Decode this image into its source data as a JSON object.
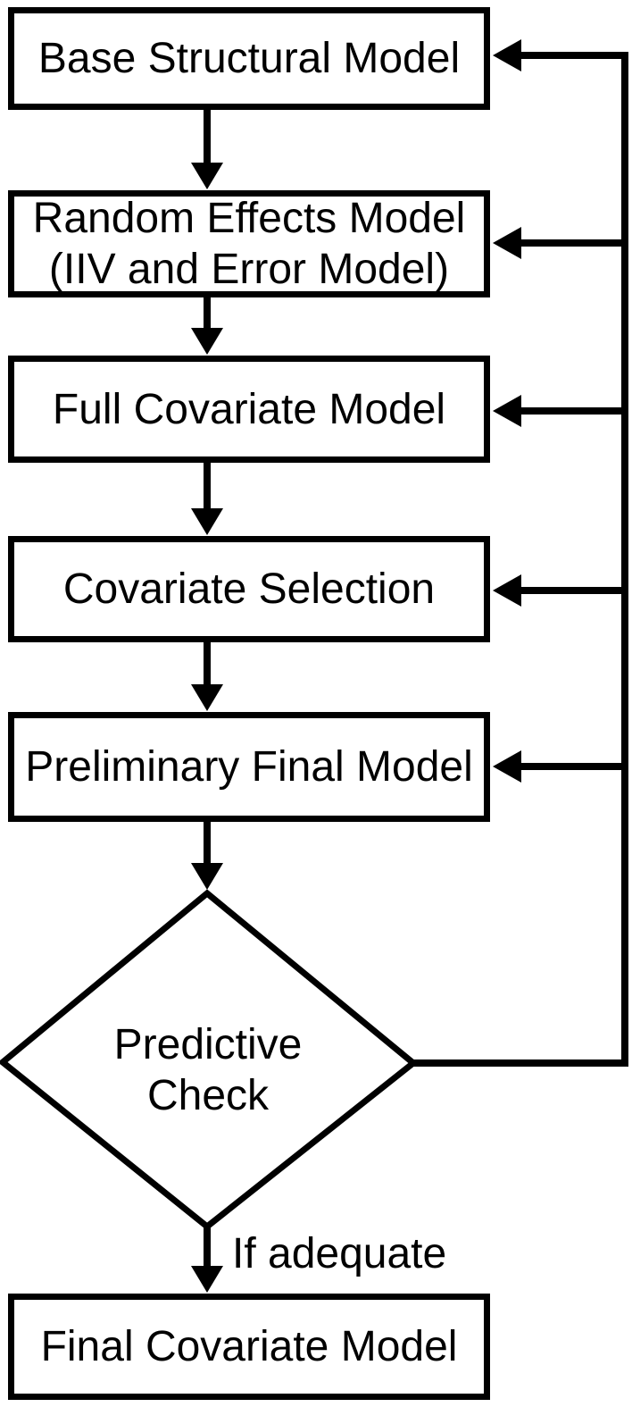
{
  "nodes": {
    "base_structural": {
      "label": "Base Structural Model"
    },
    "random_effects": {
      "line1": "Random Effects Model",
      "line2": "(IIV and Error Model)"
    },
    "full_covariate": {
      "label": "Full Covariate Model"
    },
    "covariate_selection": {
      "label": "Covariate Selection"
    },
    "preliminary_final": {
      "label": "Preliminary Final Model"
    },
    "predictive_check": {
      "line1": "Predictive",
      "line2": "Check"
    },
    "final_covariate": {
      "label": "Final Covariate Model"
    }
  },
  "edges": {
    "adequate_label": "If adequate"
  },
  "colors": {
    "line": "#000000",
    "background": "#ffffff",
    "node_fill": "#ffffff"
  }
}
